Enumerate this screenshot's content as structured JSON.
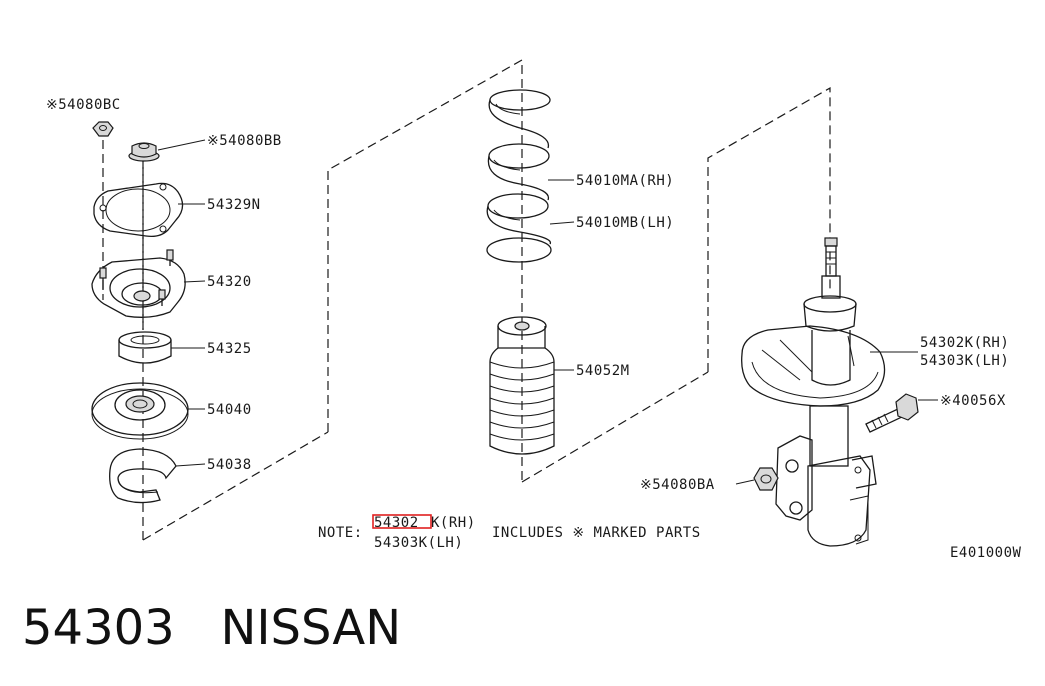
{
  "labels": {
    "p54080BC": "※54080BC",
    "p54080BB": "※54080BB",
    "p54329N": "54329N",
    "p54320": "54320",
    "p54325": "54325",
    "p54040": "54040",
    "p54038": "54038",
    "p54010MA": "54010MA(RH)",
    "p54010MB": "54010MB(LH)",
    "p54052M": "54052M",
    "p54302K": "54302K(RH)",
    "p54303K": "54303K(LH)",
    "p40056X": "※40056X",
    "p54080BA": "※54080BA",
    "diagram_code": "E401000W"
  },
  "note": {
    "prefix": "NOTE:",
    "highlight": "54302",
    "line1_rest": "K(RH)",
    "line2": "54303K(LH)",
    "includes": "INCLUDES ※ MARKED PARTS"
  },
  "caption": {
    "part_number": "54303",
    "brand": "NISSAN"
  },
  "colors": {
    "highlight_box": "#e02020",
    "line": "#1a1a1a"
  }
}
